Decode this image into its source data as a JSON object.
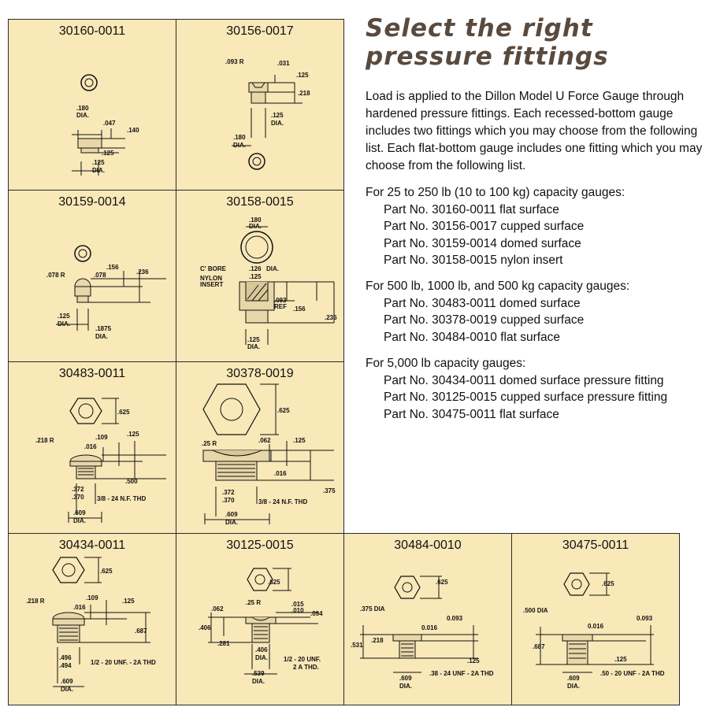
{
  "heading": {
    "line1": "Select the right",
    "line2": "pressure fittings"
  },
  "intro": "Load is applied to the Dillon Model U Force Gauge through hardened pressure fittings. Each recessed-bottom gauge includes two fittings which you may choose from the following list. Each flat-bottom gauge includes one fitting which you may choose from the following list.",
  "groups": [
    {
      "header": "For 25 to 250 lb (10 to 100 kg) capacity gauges:",
      "items": [
        "Part No. 30160-0011 flat surface",
        "Part No. 30156-0017 cupped surface",
        "Part No. 30159-0014 domed surface",
        "Part No. 30158-0015 nylon insert"
      ]
    },
    {
      "header": "For 500 lb, 1000 lb, and 500 kg capacity gauges:",
      "items": [
        "Part No. 30483-0011 domed surface",
        "Part No. 30378-0019 cupped surface",
        "Part No. 30484-0010 flat surface"
      ]
    },
    {
      "header": "For 5,000 lb capacity gauges:",
      "items": [
        "Part No. 30434-0011 domed surface pressure fitting",
        "Part No. 30125-0015 cupped surface pressure fitting",
        "Part No. 30475-0011 flat surface"
      ]
    }
  ],
  "fittings": {
    "f30160": {
      "part": "30160-0011",
      "d1": ".180",
      "d1b": "DIA.",
      "d2": ".047",
      "d3": ".140",
      "d4": ".125",
      "d4b": "DIA."
    },
    "f30156": {
      "part": "30156-0017",
      "r": ".093 R",
      "d1": ".031",
      "d2": ".125",
      "d3": ".218",
      "d4": ".125",
      "d4b": "DIA.",
      "d5": ".180",
      "d5b": "DIA."
    },
    "f30159": {
      "part": "30159-0014",
      "r": ".078 R",
      "d1": ".078",
      "d2": ".156",
      "d3": ".236",
      "d4": ".125",
      "d4b": "DIA.",
      "d5": ".1875",
      "d5b": "DIA."
    },
    "f30158": {
      "part": "30158-0015",
      "d1": ".180",
      "d1b": "DIA.",
      "cbore": "C' BORE",
      "d2": ".126",
      "d2b": "DIA.",
      "d3": ".125",
      "nylon1": "NYLON",
      "nylon2": "INSERT",
      "d4": ".093",
      "d4b": "REF",
      "d5": ".156",
      "d6": ".236",
      "d7": ".125",
      "d7b": "DIA."
    },
    "f30483": {
      "part": "30483-0011",
      "d1": ".625",
      "r": ".218 R",
      "d2": ".109",
      "d3": ".125",
      "d4": ".016",
      "d5": ".500",
      "d6": ".372",
      "d7": ".370",
      "thd": "3/8 - 24 N.F. THD",
      "d8": ".609",
      "d8b": "DIA."
    },
    "f30378": {
      "part": "30378-0019",
      "d1": ".625",
      "r": ".25 R",
      "d2": ".062",
      "d3": ".125",
      "d4": ".016",
      "d5": ".375",
      "d6": ".372",
      "d7": ".370",
      "thd": "3/8 - 24 N.F. THD",
      "d8": ".609",
      "d8b": "DIA."
    },
    "f30434": {
      "part": "30434-0011",
      "d1": ".625",
      "r": ".218 R",
      "d2": ".109",
      "d3": ".125",
      "d4": ".016",
      "d5": ".687",
      "d6": ".496",
      "d7": ".494",
      "thd": "1/2 - 20 UNF. - 2A THD",
      "d8": ".609",
      "d8b": "DIA."
    },
    "f30125": {
      "part": "30125-0015",
      "d1": ".625",
      "d2": ".062",
      "r": ".25 R",
      "d3": ".015",
      "d4": ".010",
      "d5": ".094",
      "d6": ".406",
      "d7": ".281",
      "d8": ".406",
      "d8b": "DIA.",
      "thd1": "1/2 - 20 UNF.",
      "thd2": "2 A THD.",
      "d9": ".539",
      "d9b": "DIA."
    },
    "f30484": {
      "part": "30484-0010",
      "d1": ".625",
      "d2": ".375 DIA",
      "d3": "0.093",
      "d4": "0.016",
      "d5": ".218",
      "d6": ".531",
      "d7": ".125",
      "d8": ".609",
      "d8b": "DIA.",
      "thd": ".38 - 24 UNF - 2A THD"
    },
    "f30475": {
      "part": "30475-0011",
      "d1": ".625",
      "d2": ".500 DIA",
      "d3": "0.093",
      "d4": "0.016",
      "d5": ".687",
      "d6": ".125",
      "d7": ".609",
      "d7b": "DIA.",
      "thd": ".50 - 20 UNF - 2A THD"
    }
  },
  "colors": {
    "panel_bg": "#f9e8b8",
    "title_color": "#5a4a3e",
    "part_fill": "#e8d7a8",
    "border": "#2a2a2a"
  }
}
